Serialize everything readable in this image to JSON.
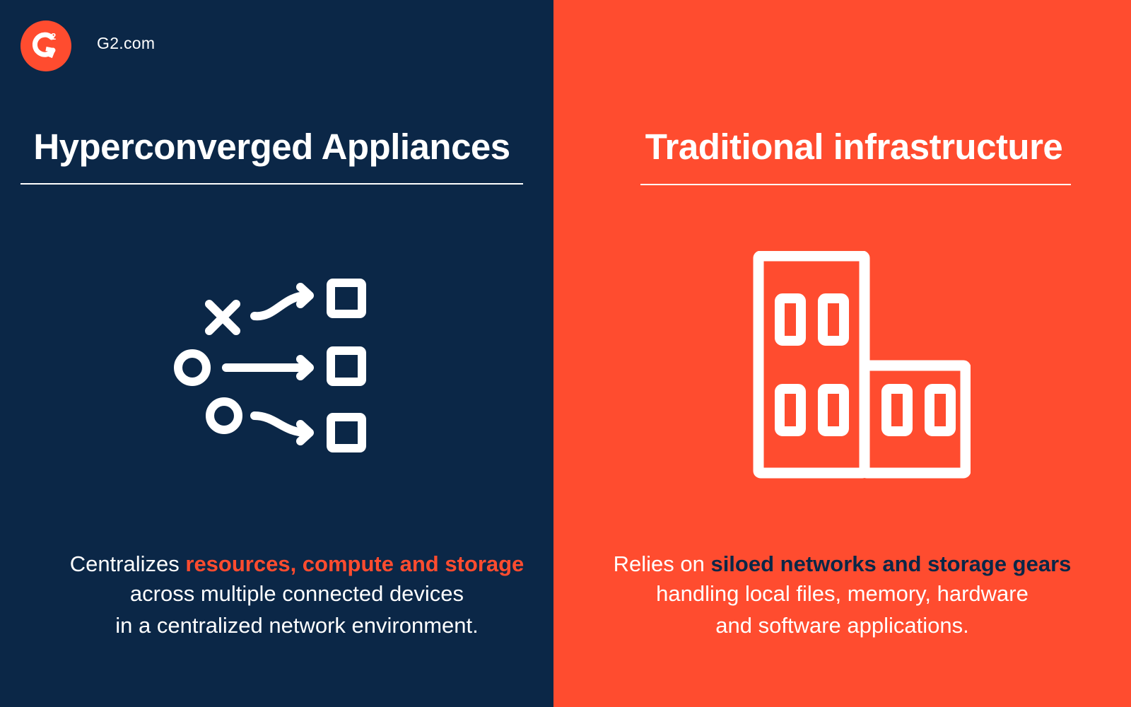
{
  "brand": {
    "logo_label": "G2",
    "site": "G2.com",
    "colors": {
      "navy": "#0b2747",
      "orange": "#ff4c2f",
      "white": "#ffffff"
    }
  },
  "left": {
    "title": "Hyperconverged Appliances",
    "icon": "workflow-arrows-icon",
    "desc": {
      "prefix": "Centralizes ",
      "highlight": "resources, compute and storage",
      "line2": "across multiple connected devices",
      "line3": "in a centralized network environment."
    }
  },
  "right": {
    "title": "Traditional infrastructure",
    "icon": "buildings-icon",
    "desc": {
      "prefix": "Relies on ",
      "highlight": "siloed networks and storage gears",
      "line2": "handling local files, memory, hardware",
      "line3": "and software applications."
    }
  }
}
